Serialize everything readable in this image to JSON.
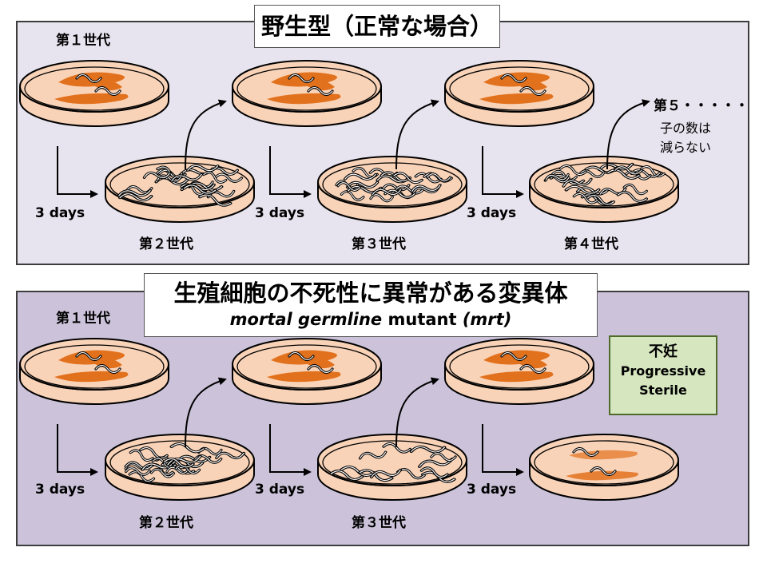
{
  "wild_type": {
    "title": "野生型（正常な場合）",
    "gen1": "第１世代",
    "gen2": "第２世代",
    "gen3": "第３世代",
    "gen4": "第４世代",
    "gen5": "第５・・・・・",
    "note_line1": "子の数は",
    "note_line2": "減らない",
    "days": "3 days"
  },
  "mutant": {
    "title_jp": "生殖細胞の不死性に異常がある変異体",
    "title_en_italic1": "mortal germline",
    "title_en_plain": " mutant ",
    "title_en_italic2": "(mrt)",
    "gen1": "第１世代",
    "gen2": "第２世代",
    "gen3": "第３世代",
    "days": "3 days",
    "sterile_jp": "不妊",
    "sterile_en1": "Progressive",
    "sterile_en2": "Sterile"
  },
  "colors": {
    "panel_top": "#e8e4ef",
    "panel_bottom": "#ccc3da",
    "dish_fill": "#f9d3b8",
    "worm_orange": "#e2711d",
    "sterile_box": "#d6e6bf"
  }
}
